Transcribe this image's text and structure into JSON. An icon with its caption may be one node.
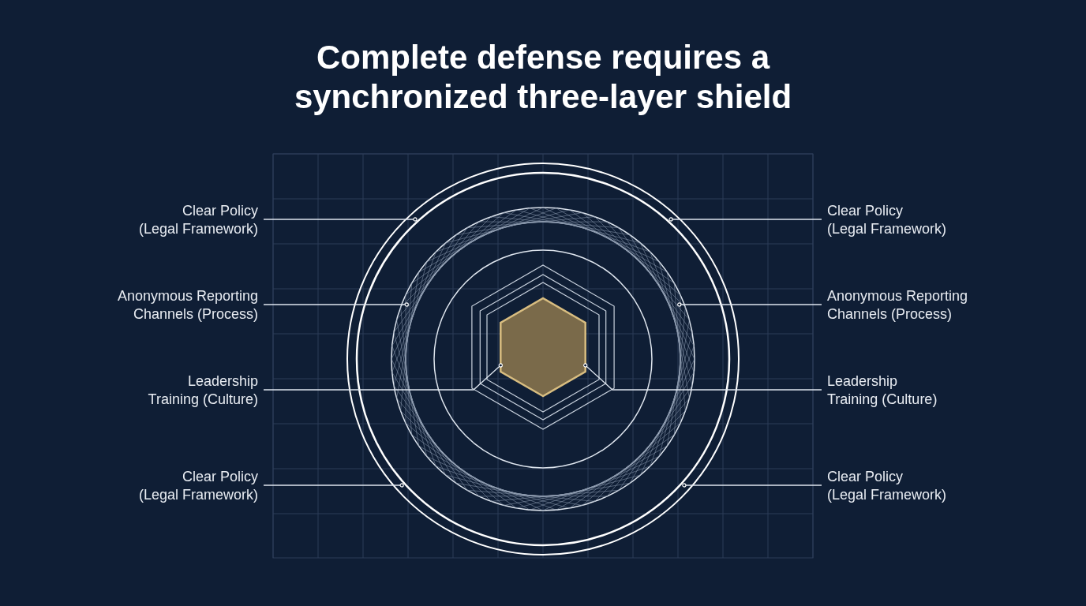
{
  "diagram": {
    "title": "Complete defense requires a synchronized three-layer shield",
    "nodes": [
      {
        "text": [
          "Clear Policy (Legal Framework)"
        ]
      },
      {
        "text": [
          "Clear Policy (Legal Framework)"
        ]
      },
      {
        "text": [
          "Anonymous Reporting Channels (Process)"
        ]
      },
      {
        "text": [
          "Anonymous Reporting Channels (Process)"
        ]
      },
      {
        "text": [
          "Leadership Training (Culture)"
        ]
      },
      {
        "text": [
          "Leadership Training (Culture)"
        ]
      },
      {
        "text": [
          "Clear Policy (Legal Framework)"
        ]
      },
      {
        "text": [
          "Clear Policy (Legal Framework)"
        ]
      },
      {
        "text": [],
        "shape": "circle"
      },
      {
        "text": [],
        "shape": "circle",
        "in": 8
      },
      {
        "text": [],
        "shape": "hexagon",
        "in": 9
      }
    ],
    "edges": [
      {
        "from": 0,
        "to": 8,
        "arrow": "other"
      },
      {
        "from": 1,
        "to": 8,
        "arrow": "other"
      },
      {
        "from": 2,
        "to": 9,
        "arrow": "other"
      },
      {
        "from": 3,
        "to": 9,
        "arrow": "other"
      },
      {
        "from": 4,
        "to": 10,
        "arrow": "other"
      },
      {
        "from": 5,
        "to": 10,
        "arrow": "other"
      },
      {
        "from": 6,
        "to": 8,
        "arrow": "other"
      },
      {
        "from": 7,
        "to": 8,
        "arrow": "other"
      }
    ]
  }
}
